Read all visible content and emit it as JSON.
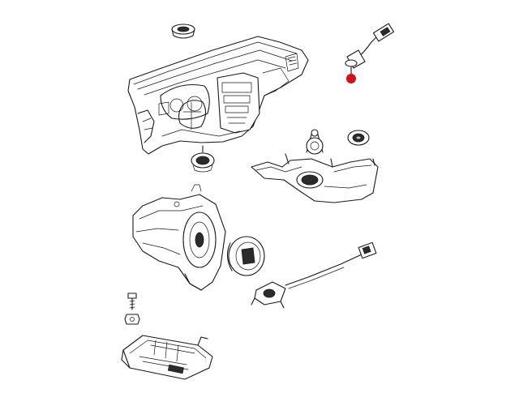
{
  "diagram": {
    "parts": [
      {
        "id": "instrument-panel",
        "icon": "dashboard-icon"
      },
      {
        "id": "dash-top-speaker",
        "icon": "speaker-icon"
      },
      {
        "id": "usb-auxiliary-cable",
        "icon": "cable-icon"
      },
      {
        "id": "tweeter-left",
        "icon": "tweeter-icon"
      },
      {
        "id": "tweeter-right",
        "icon": "tweeter-icon"
      },
      {
        "id": "instrument-panel-speaker",
        "icon": "speaker-icon"
      },
      {
        "id": "center-console-bracket",
        "icon": "bracket-icon"
      },
      {
        "id": "subwoofer-enclosure",
        "icon": "subwoofer-icon"
      },
      {
        "id": "door-speaker",
        "icon": "speaker-icon"
      },
      {
        "id": "antenna-cable-module",
        "icon": "cable-icon"
      },
      {
        "id": "fastener-bolt",
        "icon": "bolt-icon"
      },
      {
        "id": "fastener-nut",
        "icon": "nut-icon"
      },
      {
        "id": "amplifier",
        "icon": "amplifier-icon"
      }
    ],
    "callout": {
      "color": "#d0101a",
      "icon": "callout-dot-icon"
    }
  }
}
